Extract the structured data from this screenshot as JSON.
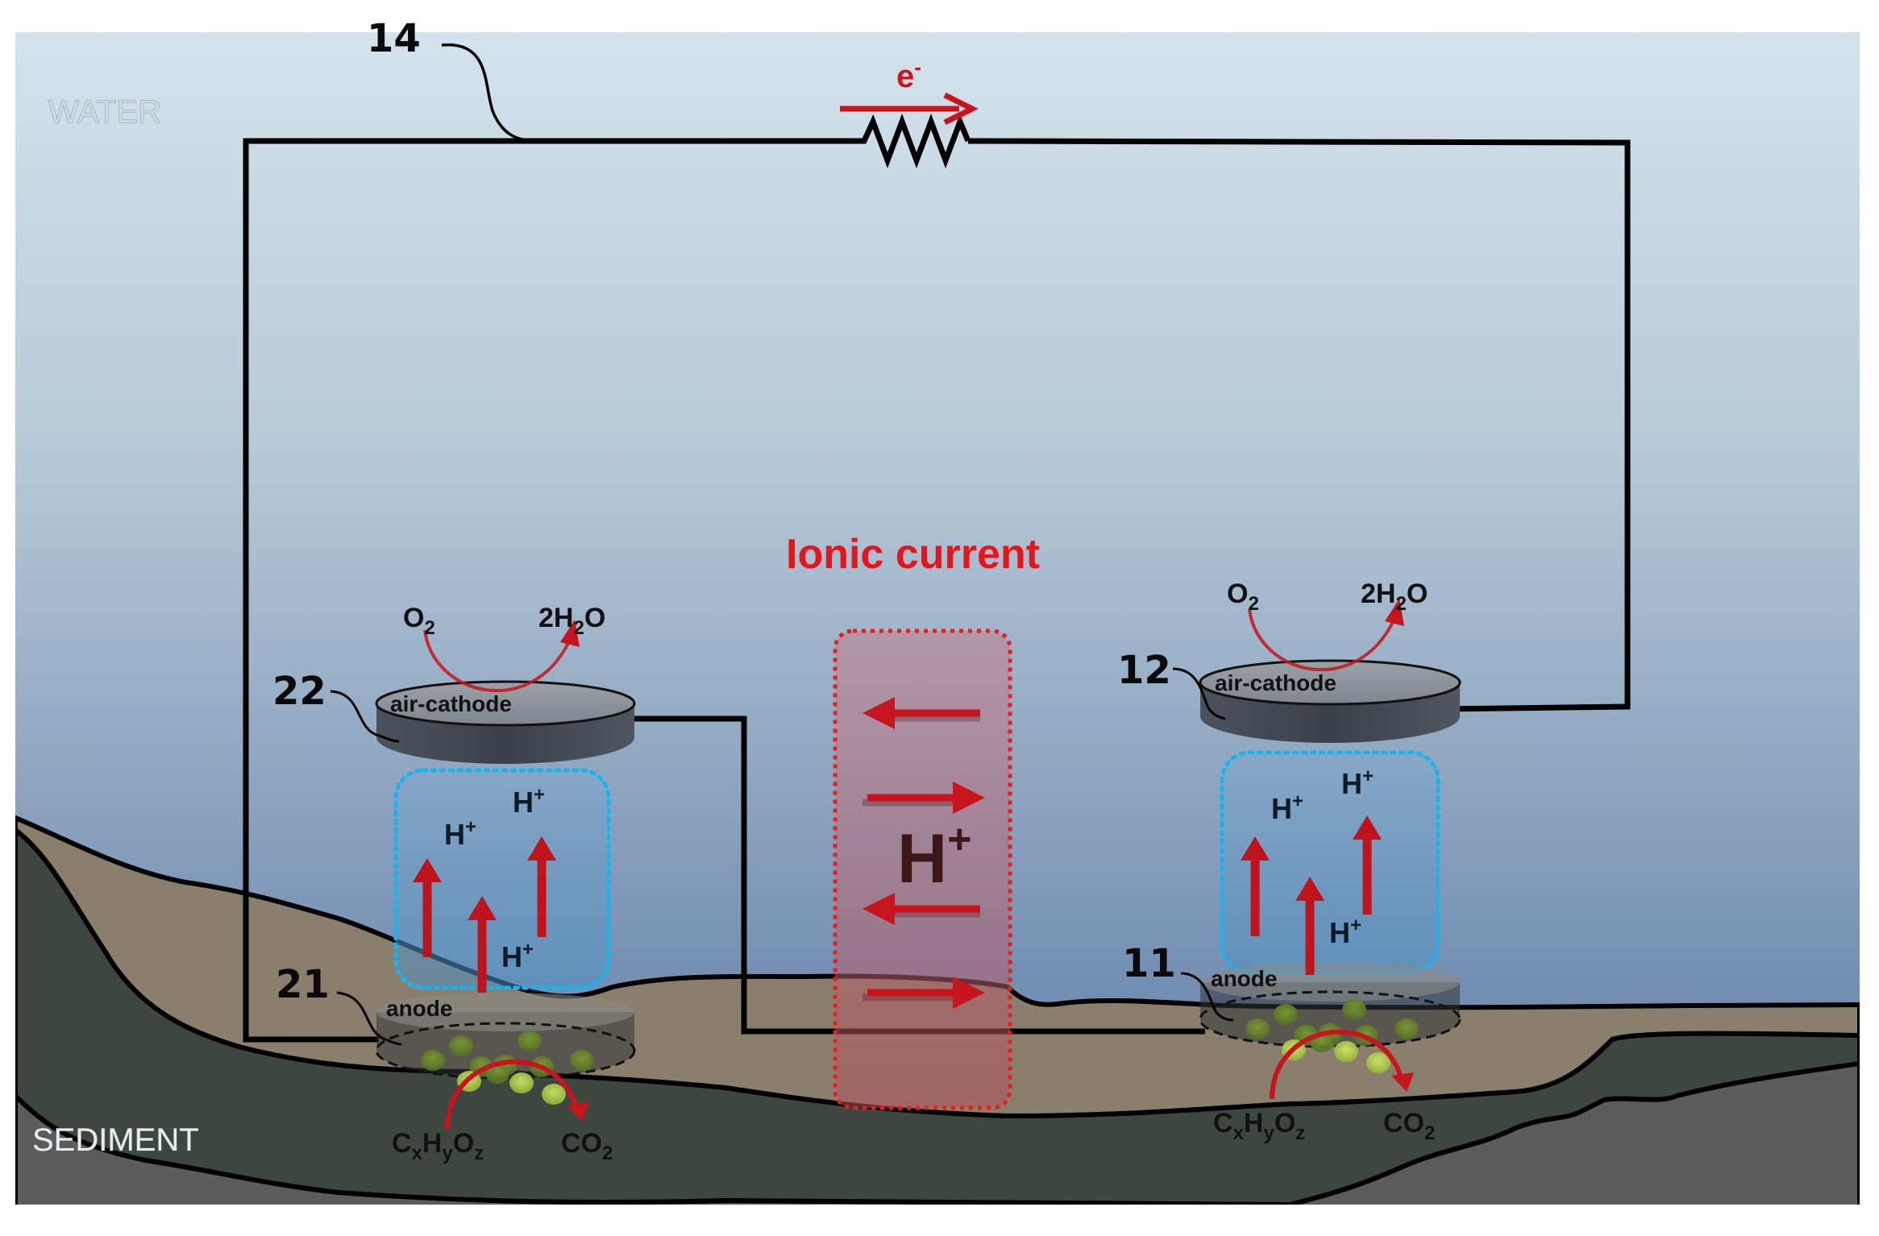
{
  "figure": {
    "type": "sediment microbial fuel cell schematic",
    "zones": {
      "water": "WATER",
      "sediment": "SEDIMENT"
    },
    "circuit": {
      "wire_ref": "14",
      "electron_label": "e",
      "electron_charge": "-",
      "electron_flow_direction": "left-to-right",
      "component": "resistor"
    },
    "ionic_current": {
      "title": "Ionic current",
      "ion": "H",
      "ion_charge": "+",
      "arrows": [
        "left",
        "right",
        "left",
        "right"
      ]
    },
    "cells": [
      {
        "id": "left",
        "cathode": {
          "ref": "22",
          "label": "air-cathode"
        },
        "anode": {
          "ref": "21",
          "label": "anode"
        },
        "cathode_reaction": {
          "reactant": "O",
          "reactant_sub": "2",
          "product_prefix": "2H",
          "product_sub": "2",
          "product_suffix": "O"
        },
        "anode_reaction": {
          "reactant": [
            {
              "t": "C"
            },
            {
              "s": "x"
            },
            {
              "t": "H"
            },
            {
              "s": "y"
            },
            {
              "t": "O"
            },
            {
              "s": "z"
            }
          ],
          "product": "CO",
          "product_sub": "2"
        },
        "protons": [
          "H",
          "H",
          "H"
        ],
        "proton_charge": "+"
      },
      {
        "id": "right",
        "cathode": {
          "ref": "12",
          "label": "air-cathode"
        },
        "anode": {
          "ref": "11",
          "label": "anode"
        },
        "cathode_reaction": {
          "reactant": "O",
          "reactant_sub": "2",
          "product_prefix": "2H",
          "product_sub": "2",
          "product_suffix": "O"
        },
        "anode_reaction": {
          "reactant": [
            {
              "t": "C"
            },
            {
              "s": "x"
            },
            {
              "t": "H"
            },
            {
              "s": "y"
            },
            {
              "t": "O"
            },
            {
              "s": "z"
            }
          ],
          "product": "CO",
          "product_sub": "2"
        },
        "protons": [
          "H",
          "H",
          "H"
        ],
        "proton_charge": "+"
      }
    ],
    "colors": {
      "water_top": "#d3e3ec",
      "water_bottom": "#5878a3",
      "sand": "#8a7f6d",
      "dark_sediment": "#3d4740",
      "deep_sediment": "#5c5c5c",
      "wire": "#000000",
      "arrow_red": "#c0141c",
      "ionic_red": "#e8141a",
      "proton_box_border": "#19b4f0",
      "ionic_box_fill": "#b26e7a",
      "cathode_top": "#8d949b",
      "cathode_side": "#3f4650",
      "bacteria_dark": "#6b8a2c",
      "bacteria_light": "#b7d34a"
    }
  }
}
